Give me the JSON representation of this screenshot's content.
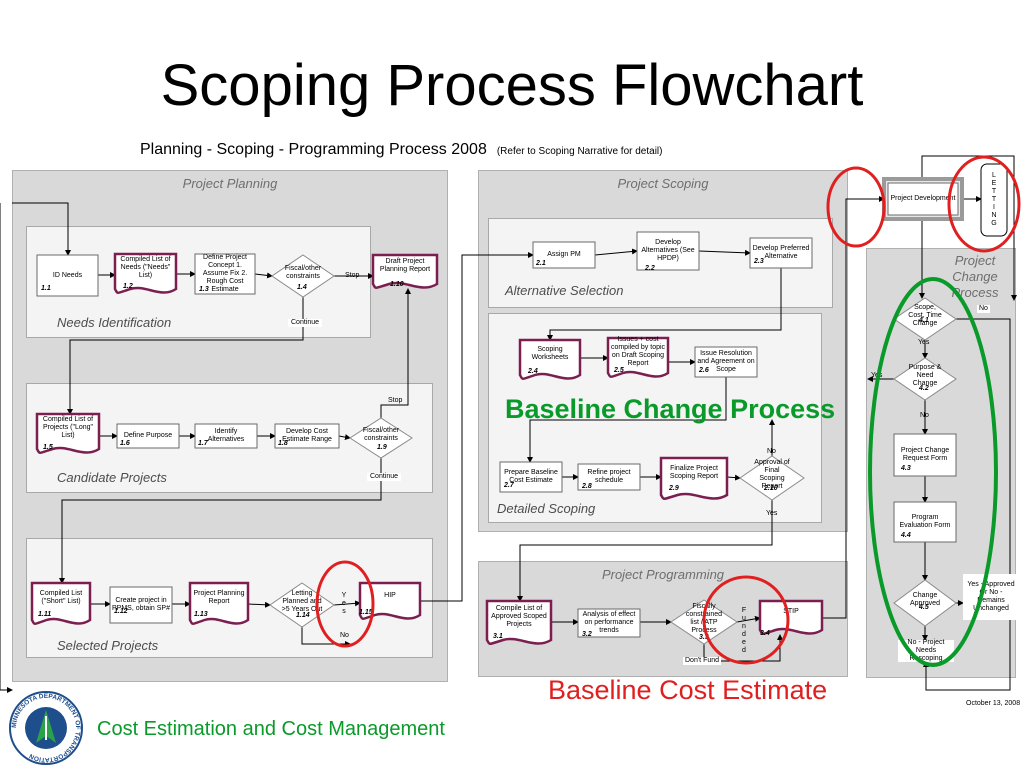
{
  "slide": {
    "title": "Scoping Process Flowchart",
    "subtitle": "Planning - Scoping - Programming Process 2008",
    "subtitle_note": "(Refer to Scoping Narrative for detail)",
    "footer": "Cost Estimation and Cost Management",
    "date": "October 13, 2008",
    "logo_text": "MINNESOTA DEPARTMENT OF TRANSPORTATION",
    "overlay_labels": {
      "baseline_change": "Baseline Change Process",
      "baseline_cost": "Baseline Cost Estimate"
    },
    "colors": {
      "green": "#0a9a2a",
      "red": "#e02020",
      "box_border": "#7a1f4f"
    }
  },
  "panels": {
    "planning": "Project Planning",
    "scoping": "Project Scoping",
    "programming": "Project Programming",
    "change": "Project Change Process"
  },
  "sections": {
    "needs": "Needs Identification",
    "candidate": "Candidate Projects",
    "selected": "Selected Projects",
    "alternative": "Alternative Selection",
    "detailed": "Detailed Scoping"
  },
  "nodes": {
    "n1_1": {
      "label": "ID Needs",
      "num": "1.1"
    },
    "n1_2": {
      "label": "Compiled List of Needs (\"Needs\" List)",
      "num": "1.2"
    },
    "n1_3": {
      "label": "Define Project Concept 1. Assume Fix 2. Rough Cost Estimate",
      "num": "1.3"
    },
    "n1_4": {
      "label": "Fiscal/other constraints",
      "num": "1.4"
    },
    "n1_10": {
      "label": "Draft Project Planning Report",
      "num": "1.10"
    },
    "n1_5": {
      "label": "Compiled List of Projects (\"Long\" List)",
      "num": "1.5"
    },
    "n1_6": {
      "label": "Define Purpose",
      "num": "1.6"
    },
    "n1_7": {
      "label": "Identify Alternatives",
      "num": "1.7"
    },
    "n1_8": {
      "label": "Develop Cost Estimate Range",
      "num": "1.8"
    },
    "n1_9": {
      "label": "Fiscal/other constraints",
      "num": "1.9"
    },
    "n1_11": {
      "label": "Compiled List (\"Short\" List)",
      "num": "1.11"
    },
    "n1_12": {
      "label": "Create project in PPMS, obtain SP#",
      "num": "1.12"
    },
    "n1_13": {
      "label": "Project Planning Report",
      "num": "1.13"
    },
    "n1_14": {
      "label": "Letting Planned and >5 Years Out",
      "num": "1.14"
    },
    "n1_15": {
      "label": "HIP",
      "num": "1.15"
    },
    "n2_1": {
      "label": "Assign PM",
      "num": "2.1"
    },
    "n2_2": {
      "label": "Develop Alternatives (See HPDP)",
      "num": "2.2"
    },
    "n2_3": {
      "label": "Develop Preferred Alternative",
      "num": "2.3"
    },
    "n2_4": {
      "label": "Scoping Worksheets",
      "num": "2.4"
    },
    "n2_5": {
      "label": "Issues + cost compiled by topic on Draft Scoping Report",
      "num": "2.5"
    },
    "n2_6": {
      "label": "Issue Resolution and Agreement on Scope",
      "num": "2.6"
    },
    "n2_7": {
      "label": "Prepare Baseline Cost Estimate",
      "num": "2.7"
    },
    "n2_8": {
      "label": "Refine project schedule",
      "num": "2.8"
    },
    "n2_9": {
      "label": "Finalize Project Scoping Report",
      "num": "2.9"
    },
    "n2_10": {
      "label": "Approval of Final Scoping Report",
      "num": "2.10"
    },
    "n3_1": {
      "label": "Compile List of Approved Scoped Projects",
      "num": "3.1"
    },
    "n3_2": {
      "label": "Analysis of effect on performance trends",
      "num": "3.2"
    },
    "n3_3": {
      "label": "Fiscally constrained list / ATP Process",
      "num": "3.3"
    },
    "n3_4": {
      "label": "STIP",
      "num": "3.4"
    },
    "n4_1": {
      "label": "Scope, Cost, Time Change",
      "num": "4.1"
    },
    "n4_2": {
      "label": "Purpose & Need Change",
      "num": "4.2"
    },
    "n4_3": {
      "label": "Project Change Request Form",
      "num": "4.3"
    },
    "n4_4": {
      "label": "Program Evaluation Form",
      "num": "4.4"
    },
    "n4_5": {
      "label": "Change Approved",
      "num": "4.5"
    },
    "project_dev": {
      "label": "Project Development"
    },
    "letting": {
      "label": "L E T T I N G"
    },
    "rescoping": {
      "label": "No - Project Needs Rescoping"
    },
    "approved_note": {
      "label": "Yes - Approved Or No - Remains Unchanged"
    }
  },
  "edge_labels": {
    "stop1": "Stop",
    "continue1": "Continue",
    "stop2": "Stop",
    "continue2": "Continue",
    "yes_letting": "Y e s",
    "no_letting": "No",
    "no_approval": "No",
    "yes_approval": "Yes",
    "funded": "F u n d e d",
    "dont_fund": "Don't Fund",
    "no_41": "No",
    "yes_41": "Yes",
    "yes_42": "Yes",
    "no_42": "No"
  }
}
